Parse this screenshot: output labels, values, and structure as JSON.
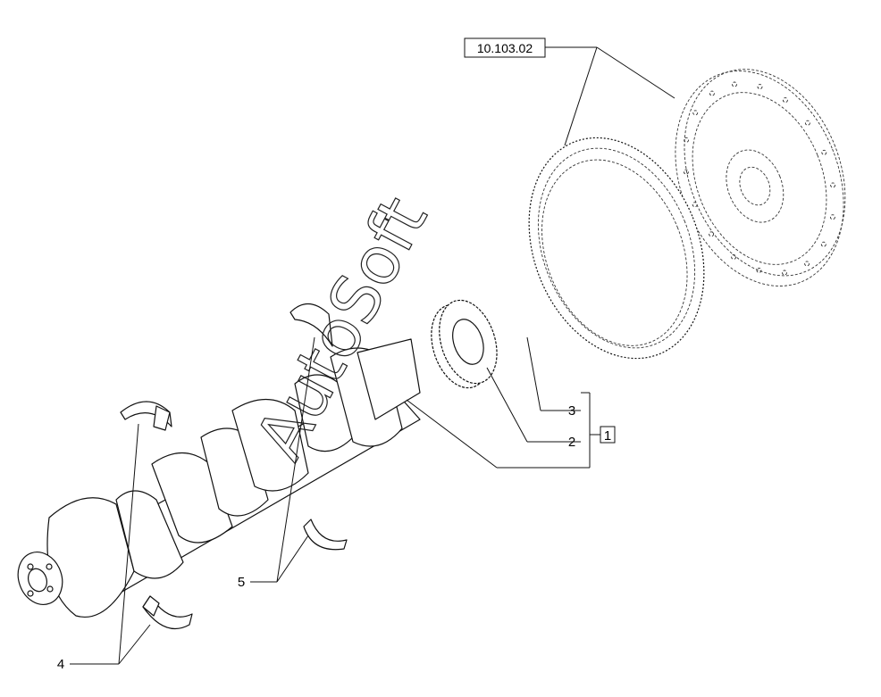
{
  "reference_box": "10.103.02",
  "group_box": "1",
  "callouts": {
    "c2": "2",
    "c3": "3",
    "c4": "4",
    "c5": "5"
  },
  "watermark": "AutoSoft"
}
